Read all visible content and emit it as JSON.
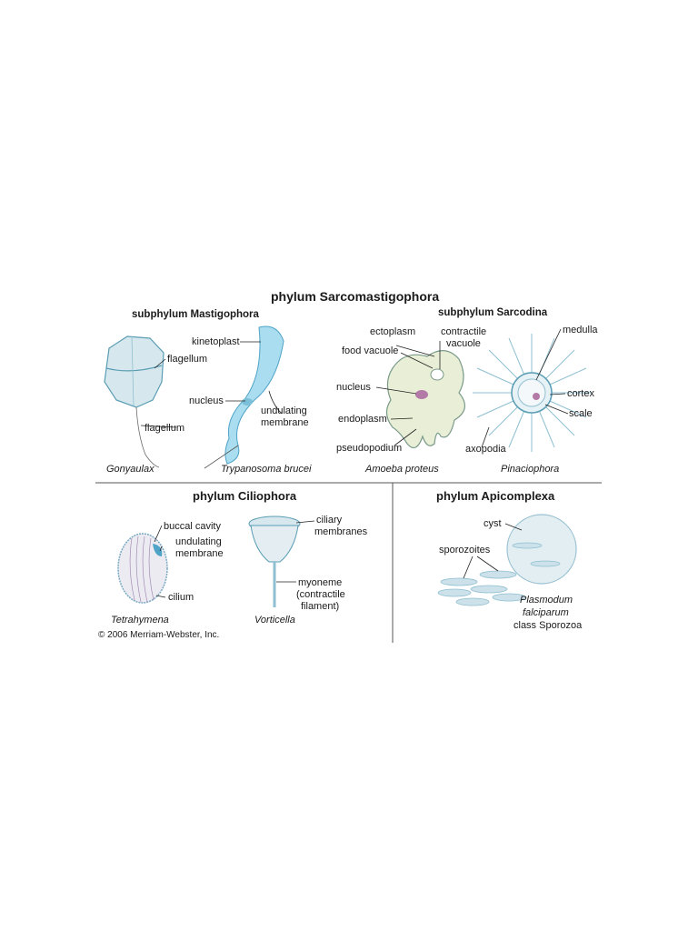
{
  "headings": {
    "sarcomastigophora": "phylum Sarcomastigophora",
    "mastigophora": "subphylum Mastigophora",
    "sarcodina": "subphylum Sarcodina",
    "ciliophora": "phylum Ciliophora",
    "apicomplexa": "phylum Apicomplexa"
  },
  "organisms": {
    "gonyaulax": "Gonyaulax",
    "trypanosoma": "Trypanosoma brucei",
    "amoeba": "Amoeba proteus",
    "pinaciophora": "Pinaciophora",
    "tetrahymena": "Tetrahymena",
    "vorticella": "Vorticella",
    "plasmodium_1": "Plasmodum",
    "plasmodium_2": "falciparum",
    "plasmodium_class": "class Sporozoa"
  },
  "labels": {
    "flagellum_1": "flagellum",
    "flagellum_2": "flagellum",
    "kinetoplast": "kinetoplast",
    "nucleus_tryp": "nucleus",
    "undulating_1": "undulating",
    "membrane_1": "membrane",
    "ectoplasm": "ectoplasm",
    "contractile_1": "contractile",
    "vacuole_1": "vacuole",
    "food_vacuole": "food vacuole",
    "nucleus_amoeba": "nucleus",
    "endoplasm": "endoplasm",
    "pseudopodium": "pseudopodium",
    "medulla": "medulla",
    "cortex": "cortex",
    "scale": "scale",
    "axopodia": "axopodia",
    "buccal_cavity": "buccal cavity",
    "undulating_2": "undulating",
    "membrane_2": "membrane",
    "cilium": "cilium",
    "ciliary_1": "ciliary",
    "ciliary_2": "membranes",
    "myoneme": "myoneme",
    "contractile_fil_1": "(contractile",
    "contractile_fil_2": "filament)",
    "cyst": "cyst",
    "sporozoites": "sporozoites"
  },
  "copyright": "© 2006 Merriam-Webster, Inc.",
  "colors": {
    "organism_fill": "#d6e8ee",
    "organism_stroke": "#5a9db4",
    "trypanosoma_fill": "#a9ddef",
    "nucleus": "#b37aa8",
    "divider": "#555555"
  }
}
